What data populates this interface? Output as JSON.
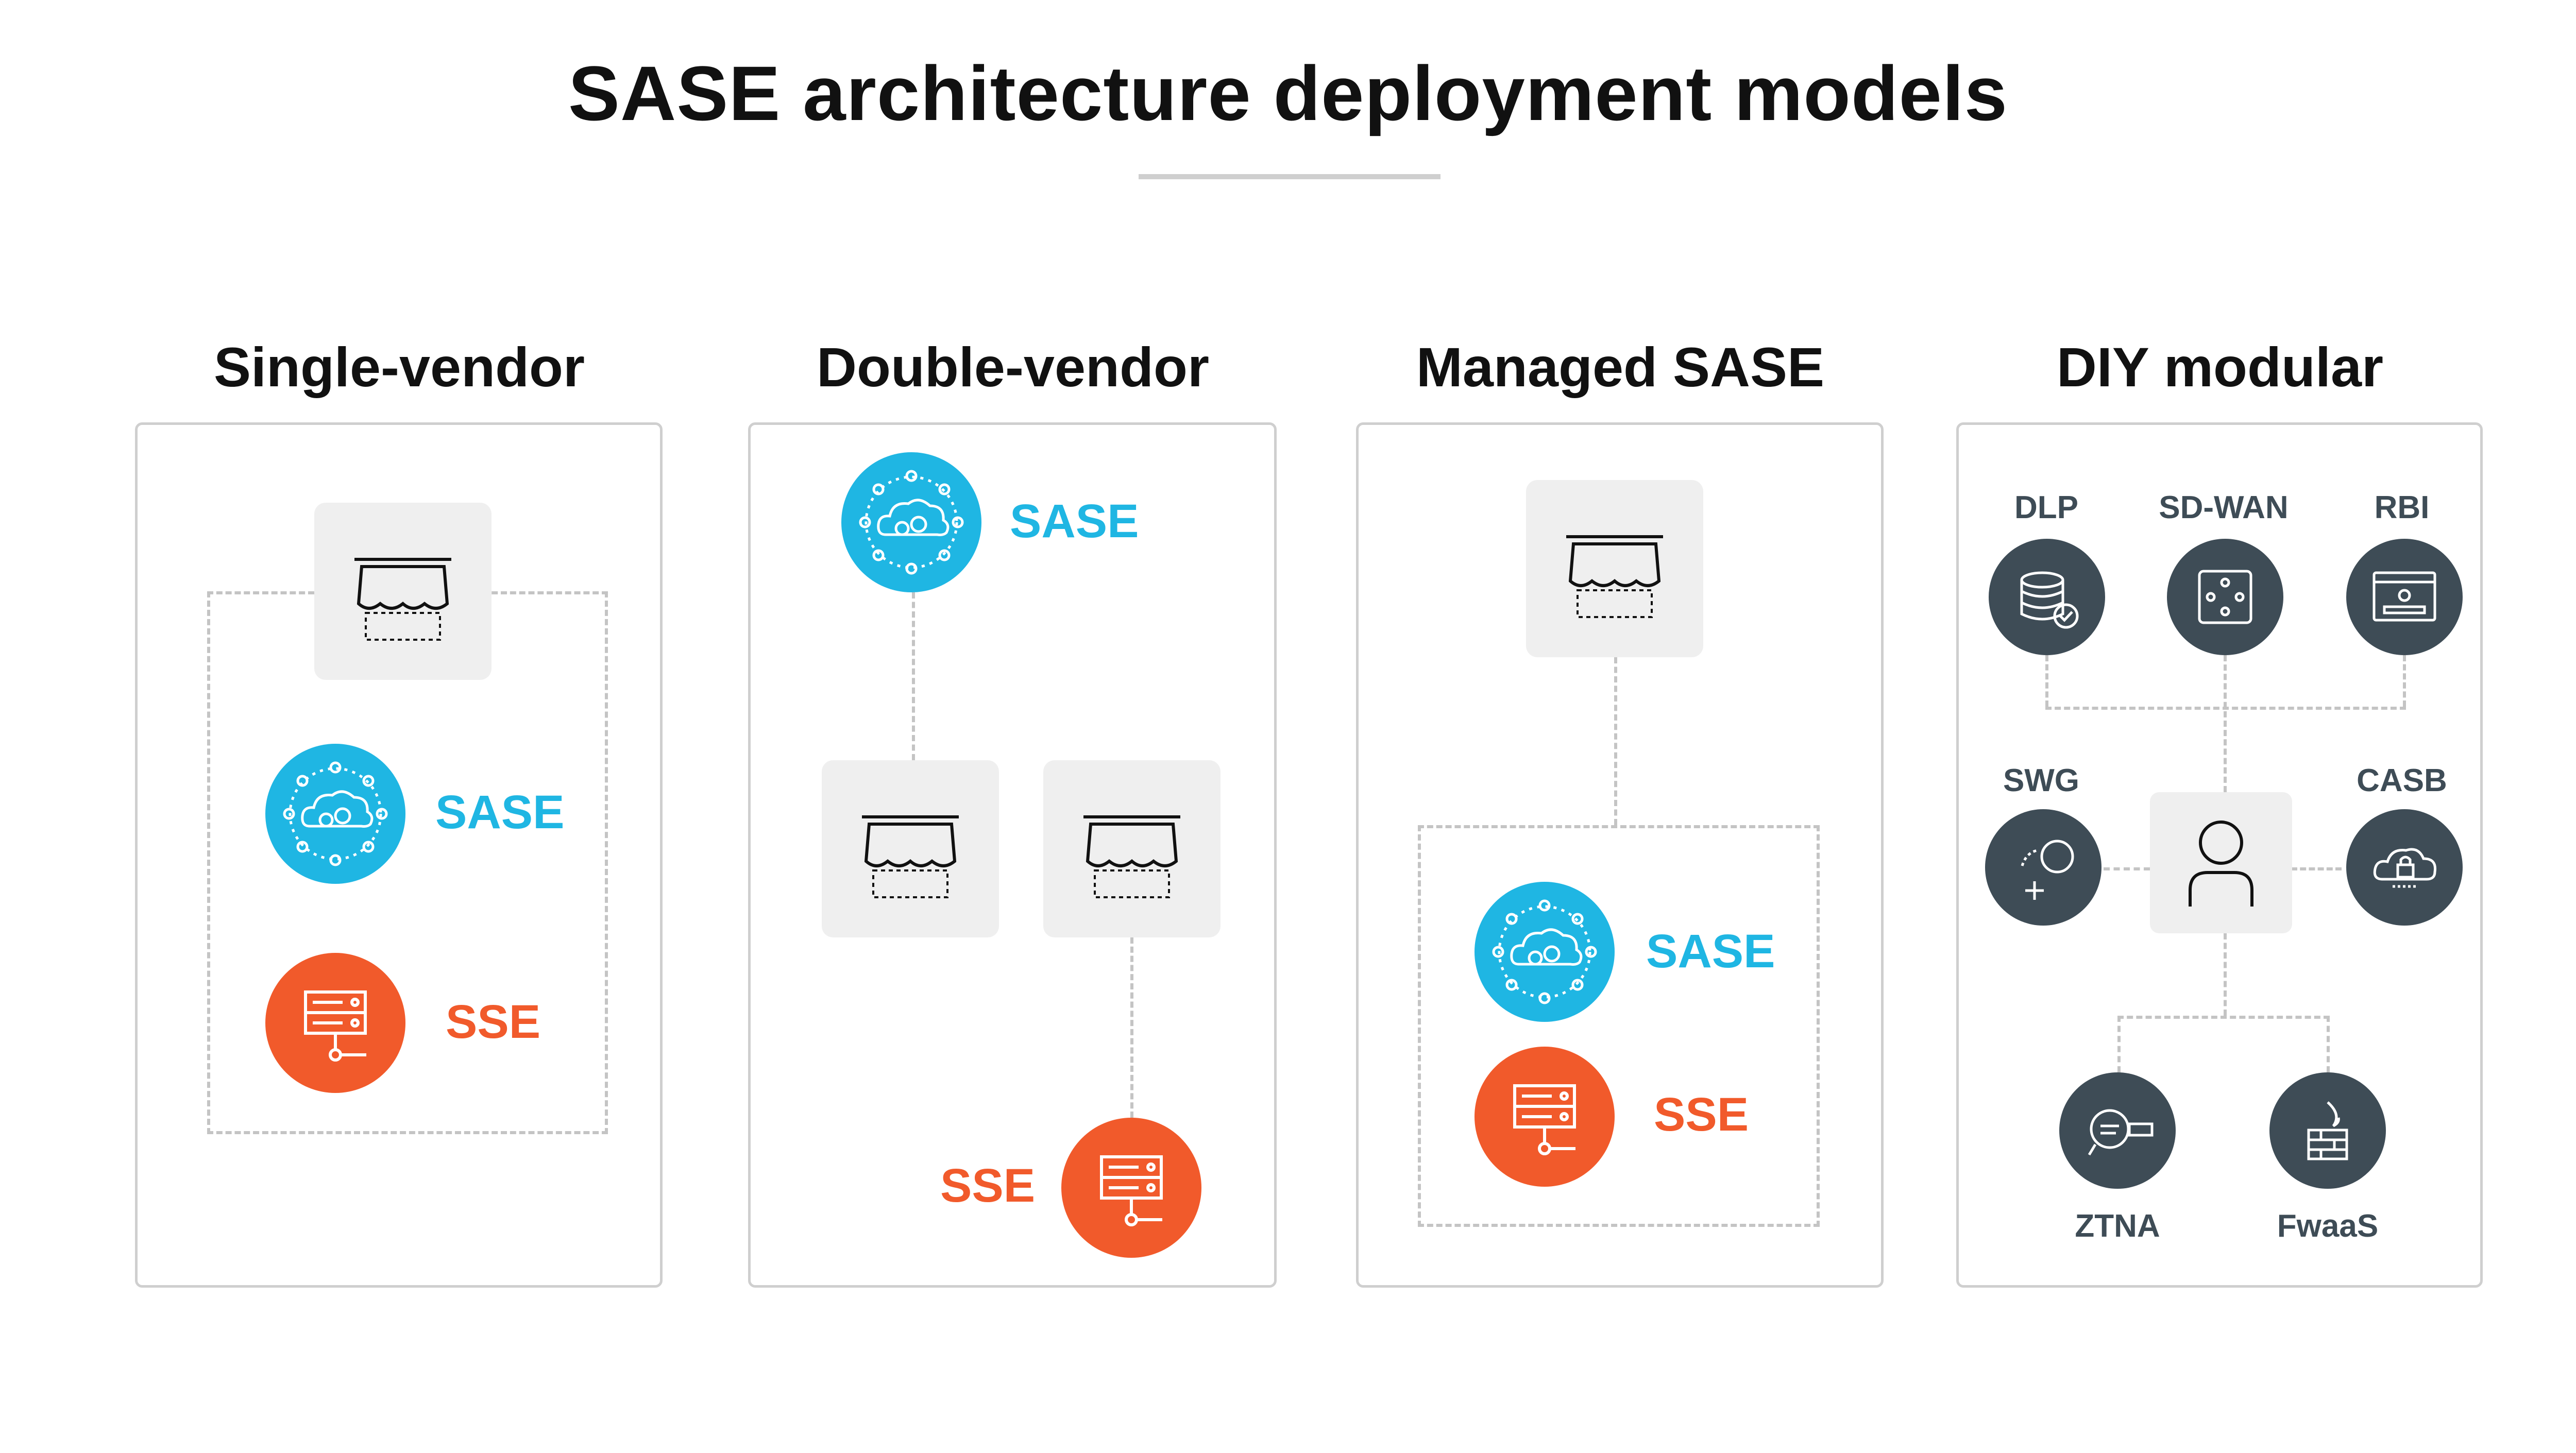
{
  "title": "SASE architecture deployment models",
  "columns": {
    "single": {
      "title": "Single-vendor",
      "sase": "SASE",
      "sse": "SSE"
    },
    "double": {
      "title": "Double-vendor",
      "sase": "SASE",
      "sse": "SSE"
    },
    "managed": {
      "title": "Managed SASE",
      "sase": "SASE",
      "sse": "SSE"
    },
    "diy": {
      "title": "DIY modular",
      "dlp": "DLP",
      "sdwan": "SD-WAN",
      "rbi": "RBI",
      "swg": "SWG",
      "casb": "CASB",
      "ztna": "ZTNA",
      "fwaas": "FwaaS"
    }
  },
  "colors": {
    "sase": "#1fb6e3",
    "sse": "#f15a2b",
    "dark": "#3e4c56",
    "tile": "#efefef",
    "border": "#cfcfcf"
  },
  "icons": [
    "storefront-icon",
    "cloud-network-icon",
    "server-stack-icon",
    "database-check-icon",
    "network-node-icon",
    "browser-window-icon",
    "globe-filter-icon",
    "cloud-lock-icon",
    "user-icon",
    "chat-password-icon",
    "firewall-flame-icon"
  ]
}
